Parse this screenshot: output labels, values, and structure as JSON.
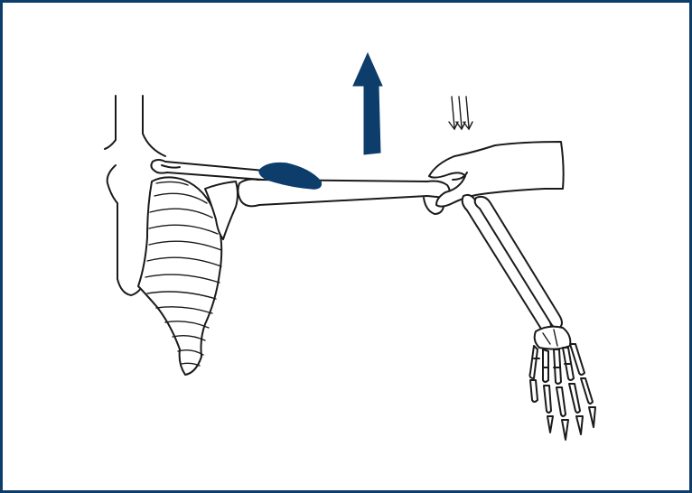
{
  "colors": {
    "frame_border": "#0d3d6b",
    "muscle_fill": "#0d3d6b",
    "arrow_fill": "#0d3d6b",
    "line_ink": "#1a1a1a",
    "background": "#ffffff"
  },
  "figure": {
    "elements": [
      "neck-torso-outline",
      "rib-cage",
      "clavicle",
      "scapula",
      "humerus",
      "highlighted-muscle",
      "upward-force-arrow",
      "examiner-hand",
      "downward-pressure-arrows",
      "forearm-bones",
      "hand-skeleton"
    ]
  }
}
